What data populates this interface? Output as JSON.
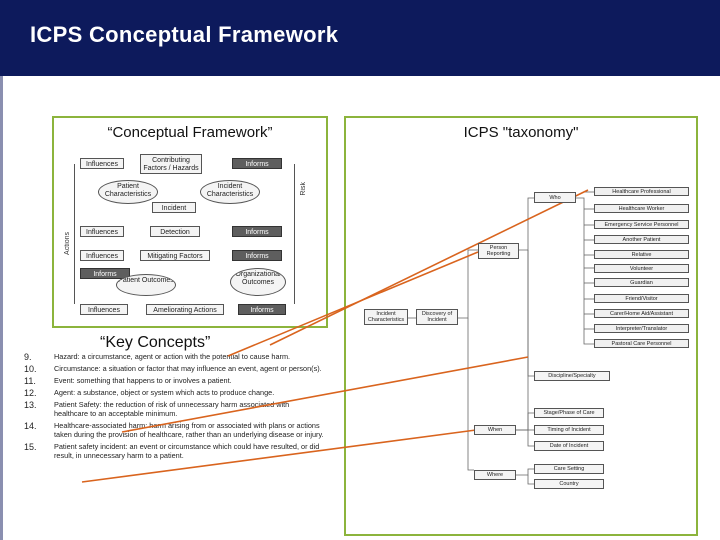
{
  "slide": {
    "title": "ICPS Conceptual Framework"
  },
  "left_panel": {
    "heading": "“Conceptual Framework”",
    "diagram": {
      "contributing_factors": "Contributing Factors / Hazards",
      "influences_1": "Influences",
      "informs_1": "Informs",
      "patient_characteristics": "Patient Characteristics",
      "incident_characteristics": "Incident Characteristics",
      "incident": "Incident",
      "influences_2": "Influences",
      "detection": "Detection",
      "informs_2": "Informs",
      "influences_3": "Influences",
      "mitigating_factors": "Mitigating Factors",
      "informs_3": "Informs",
      "informs_4": "Informs",
      "patient_outcomes": "Patient Outcomes",
      "organizational_outcomes": "Organizational Outcomes",
      "influences_4": "Influences",
      "ameliorating_actions": "Ameliorating Actions",
      "informs_5": "Informs",
      "side_left": "Actions",
      "side_right": "Risk"
    }
  },
  "key_concepts": {
    "heading": "“Key Concepts”",
    "items": [
      {
        "num": "9.",
        "text": "Hazard: a circumstance, agent or action with the potential to cause harm."
      },
      {
        "num": "10.",
        "text": "Circumstance: a situation or factor that may influence an event, agent or person(s)."
      },
      {
        "num": "11.",
        "text": "Event: something that happens to or involves a patient."
      },
      {
        "num": "12.",
        "text": "Agent: a substance, object or system which acts to produce change."
      },
      {
        "num": "13.",
        "text": "Patient Safety: the reduction of risk of unnecessary harm associated with healthcare to an acceptable minimum."
      },
      {
        "num": "14.",
        "text": "Healthcare-associated harm: harm arising from or associated with plans or actions taken during the provision of healthcare, rather than an underlying disease or injury."
      },
      {
        "num": "15.",
        "text": "Patient safety incident: an event or circumstance which could have resulted, or did result, in unnecessary harm to a patient."
      }
    ]
  },
  "right_panel": {
    "heading": "ICPS \"taxonomy\"",
    "incident_characteristics": "Incident Characteristics",
    "discovery": "Discovery of Incident",
    "person_reporting": "Person Reporting",
    "who": "Who",
    "when": "When",
    "where": "Where",
    "who_leaves": [
      "Healthcare Professional",
      "Healthcare Worker",
      "Emergency Service Personnel",
      "Another Patient",
      "Relative",
      "Volunteer",
      "Guardian",
      "Friend/Visitor",
      "Carer/Home Aid/Assistant",
      "Interpreter/Translator",
      "Pastoral Care Personnel"
    ],
    "discipline": "Discipline/Specialty",
    "when_leaves": [
      "Stage/Phase of Care",
      "Timing of Incident",
      "Date of Incident"
    ],
    "where_leaves": [
      "Care Setting",
      "Country"
    ]
  },
  "colors": {
    "title_bar": "#0d1a5c",
    "panel_border": "#8cb43c",
    "connector_line": "#d9641e"
  }
}
